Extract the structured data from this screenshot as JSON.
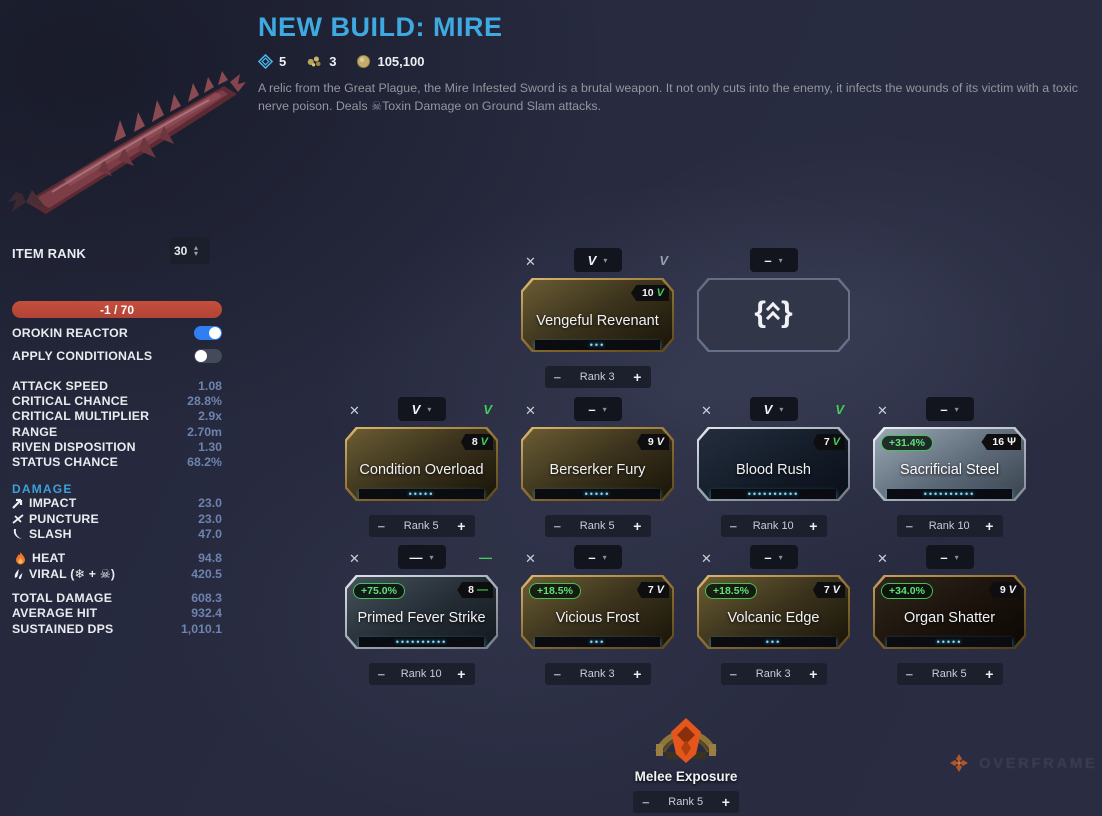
{
  "colors": {
    "accent_blue": "#3fa9e2",
    "capacity_red": "#bf4a3a",
    "match_green": "#3fcf5a",
    "toggle_blue": "#2f7ff2",
    "pip_cyan": "#8bd9f6"
  },
  "icons": {
    "close": "✕",
    "caret": "▾",
    "minus": "−",
    "plus": "+",
    "spin_up": "▴",
    "spin_down": "▾"
  },
  "header": {
    "title": "NEW BUILD: MIRE",
    "forma_count": "5",
    "umbra_forma_count": "3",
    "credits": "105,100",
    "description": "A relic from the Great Plague, the Mire Infested Sword is a brutal weapon. It not only cuts into the enemy, it infects the wounds of its victim with a toxic nerve poison. Deals ☠Toxin Damage on Ground Slam attacks."
  },
  "sidebar": {
    "item_rank_label": "ITEM RANK",
    "item_rank_value": "30",
    "capacity": "-1 / 70",
    "orokin_label": "OROKIN REACTOR",
    "conditionals_label": "APPLY CONDITIONALS",
    "stats": [
      {
        "label": "ATTACK SPEED",
        "value": "1.08"
      },
      {
        "label": "CRITICAL CHANCE",
        "value": "28.8%"
      },
      {
        "label": "CRITICAL MULTIPLIER",
        "value": "2.9x"
      },
      {
        "label": "RANGE",
        "value": "2.70m"
      },
      {
        "label": "RIVEN DISPOSITION",
        "value": "1.30"
      },
      {
        "label": "STATUS CHANCE",
        "value": "68.2%"
      }
    ],
    "damage_header": "DAMAGE",
    "physical": [
      {
        "label": "IMPACT",
        "value": "23.0"
      },
      {
        "label": "PUNCTURE",
        "value": "23.0"
      },
      {
        "label": "SLASH",
        "value": "47.0"
      }
    ],
    "elemental": [
      {
        "label": "HEAT",
        "value": "94.8"
      },
      {
        "label": "VIRAL (❄ + ☠)",
        "value": "420.5"
      }
    ],
    "totals": [
      {
        "label": "TOTAL DAMAGE",
        "value": "608.3"
      },
      {
        "label": "AVERAGE HIT",
        "value": "932.4"
      },
      {
        "label": "SUSTAINED DPS",
        "value": "1,010.1"
      }
    ]
  },
  "mods": [
    {
      "name": "Vengeful Revenant",
      "slot_polarity": "V",
      "indicator": "V",
      "drain": "10",
      "drain_polarity": "V",
      "bonus": "",
      "rank": "Rank 3",
      "pips": "•••"
    },
    {
      "name": "",
      "slot_polarity": "–",
      "indicator": "",
      "drain": "",
      "drain_polarity": "",
      "bonus": "",
      "rank": "",
      "pips": ""
    },
    {
      "name": "Condition Overload",
      "slot_polarity": "V",
      "indicator": "V",
      "drain": "8",
      "drain_polarity": "V",
      "bonus": "",
      "rank": "Rank 5",
      "pips": "•••••"
    },
    {
      "name": "Berserker Fury",
      "slot_polarity": "–",
      "indicator": "",
      "drain": "9",
      "drain_polarity": "V",
      "bonus": "",
      "rank": "Rank 5",
      "pips": "•••••"
    },
    {
      "name": "Blood Rush",
      "slot_polarity": "V",
      "indicator": "V",
      "drain": "7",
      "drain_polarity": "V",
      "bonus": "",
      "rank": "Rank 10",
      "pips": "••••••••••"
    },
    {
      "name": "Sacrificial Steel",
      "slot_polarity": "–",
      "indicator": "",
      "drain": "16",
      "drain_polarity": "Ψ",
      "bonus": "+31.4%",
      "rank": "Rank 10",
      "pips": "••••••••••"
    },
    {
      "name": "Primed Fever Strike",
      "slot_polarity": "—",
      "indicator": "—",
      "drain": "8",
      "drain_polarity": "—",
      "bonus": "+75.0%",
      "rank": "Rank 10",
      "pips": "••••••••••"
    },
    {
      "name": "Vicious Frost",
      "slot_polarity": "–",
      "indicator": "",
      "drain": "7",
      "drain_polarity": "V",
      "bonus": "+18.5%",
      "rank": "Rank 3",
      "pips": "•••"
    },
    {
      "name": "Volcanic Edge",
      "slot_polarity": "–",
      "indicator": "",
      "drain": "7",
      "drain_polarity": "V",
      "bonus": "+18.5%",
      "rank": "Rank 3",
      "pips": "•••"
    },
    {
      "name": "Organ Shatter",
      "slot_polarity": "–",
      "indicator": "",
      "drain": "9",
      "drain_polarity": "V",
      "bonus": "+34.0%",
      "rank": "Rank 5",
      "pips": "•••••"
    }
  ],
  "arcane": {
    "name": "Melee Exposure",
    "rank": "Rank 5"
  },
  "watermark": {
    "text": "OVERFRAME"
  }
}
